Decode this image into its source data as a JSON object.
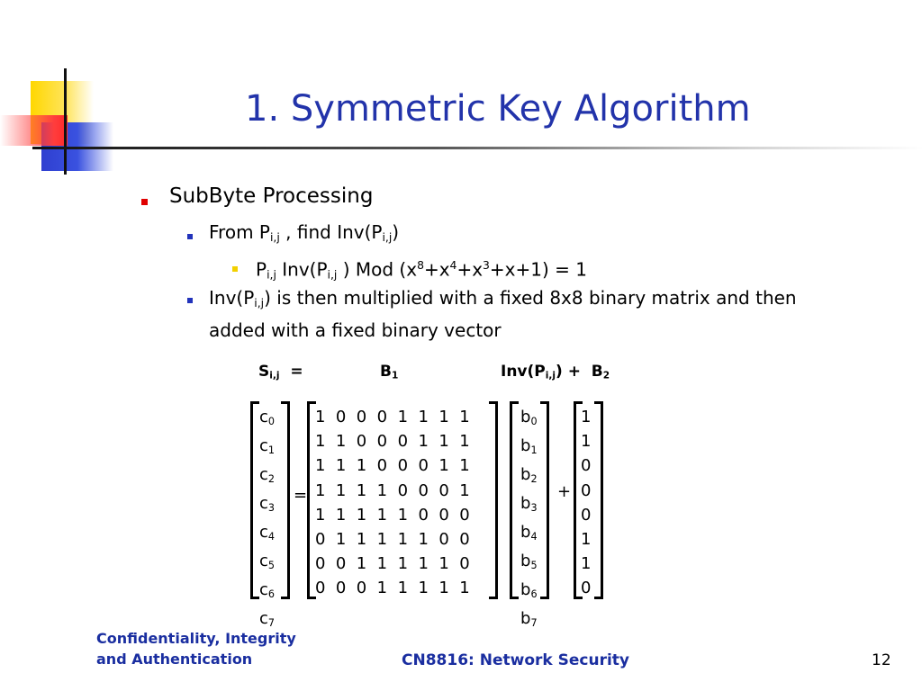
{
  "title": "1. Symmetric Key Algorithm",
  "bullets": {
    "l1": "SubByte Processing",
    "l2a": {
      "pre": "From P",
      "sub1": "i,j",
      "mid": " ,  find Inv(P",
      "sub2": "i,j",
      "post": ")"
    },
    "l3": {
      "pre": "P",
      "sub1": "i,j",
      "mid": " Inv(P",
      "sub2": "i,j",
      "mid2": " ) Mod (x",
      "sup1": "8",
      "a": "+x",
      "sup2": "4",
      "b": "+x",
      "sup3": "3",
      "c": "+x+1) = 1"
    },
    "l2b": {
      "pre": "Inv(P",
      "sub": "i,j",
      "line1": ") is then multiplied with a fixed 8x8 binary matrix and then",
      "line2": "added with a fixed binary vector"
    }
  },
  "equation": {
    "s_label": "S",
    "s_sub": "i,j",
    "eq": "=",
    "b1_label": "B",
    "b1_sub": "1",
    "inv_label": "Inv(P",
    "inv_sub": "i,j",
    "inv_post": ")",
    "plus": "+",
    "b2_label": "B",
    "b2_sub": "2",
    "c_vector": [
      "c0",
      "c1",
      "c2",
      "c3",
      "c4",
      "c5",
      "c6",
      "c7"
    ],
    "matrix_rows": [
      "1  0  0  0  1  1  1  1",
      "1  1  0  0  0  1  1  1",
      "1  1  1  0  0  0  1  1",
      "1  1  1  1  0  0  0  1",
      "1  1  1  1  1  0  0  0",
      "0  1  1  1  1  1  0  0",
      "0  0  1  1  1  1  1  0",
      "0  0  0  1  1  1  1  1"
    ],
    "b_vector": [
      "b0",
      "b1",
      "b2",
      "b3",
      "b4",
      "b5",
      "b6",
      "b7"
    ],
    "const_vector": [
      "1",
      "1",
      "0",
      "0",
      "0",
      "1",
      "1",
      "0"
    ],
    "equals_op": "=",
    "plus_op": "+"
  },
  "footer": {
    "left_line1": "Confidentiality, Integrity",
    "left_line2": "and Authentication",
    "course": "CN8816: Network Security",
    "page": "12"
  }
}
